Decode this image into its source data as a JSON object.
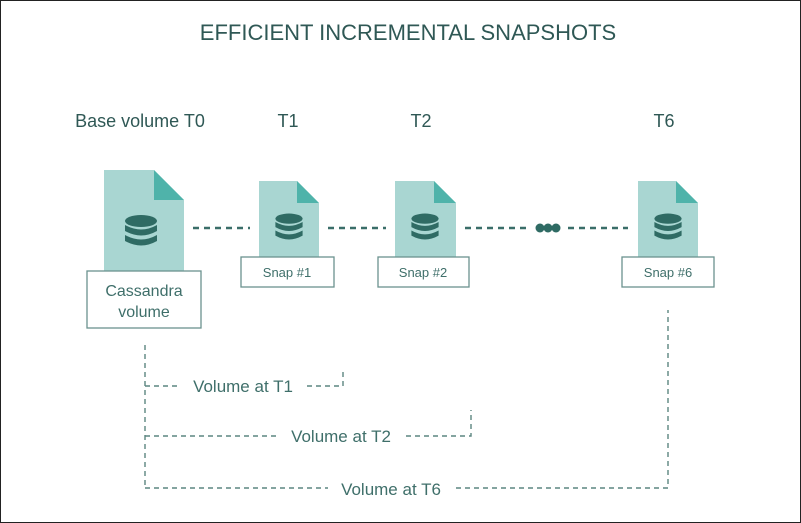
{
  "title": "EFFICIENT INCREMENTAL SNAPSHOTS",
  "time_labels": [
    "Base volume T0",
    "T1",
    "T2",
    "T6"
  ],
  "base_volume": {
    "label_line1": "Cassandra",
    "label_line2": "volume"
  },
  "snapshots": [
    "Snap #1",
    "Snap #2",
    "Snap #6"
  ],
  "volume_labels": [
    "Volume at T1",
    "Volume at T2",
    "Volume at T6"
  ],
  "colors": {
    "doc": "#a9d6d2",
    "fold": "#4fb3aa",
    "database": "#2f6b64",
    "text": "#3f6f6a"
  }
}
